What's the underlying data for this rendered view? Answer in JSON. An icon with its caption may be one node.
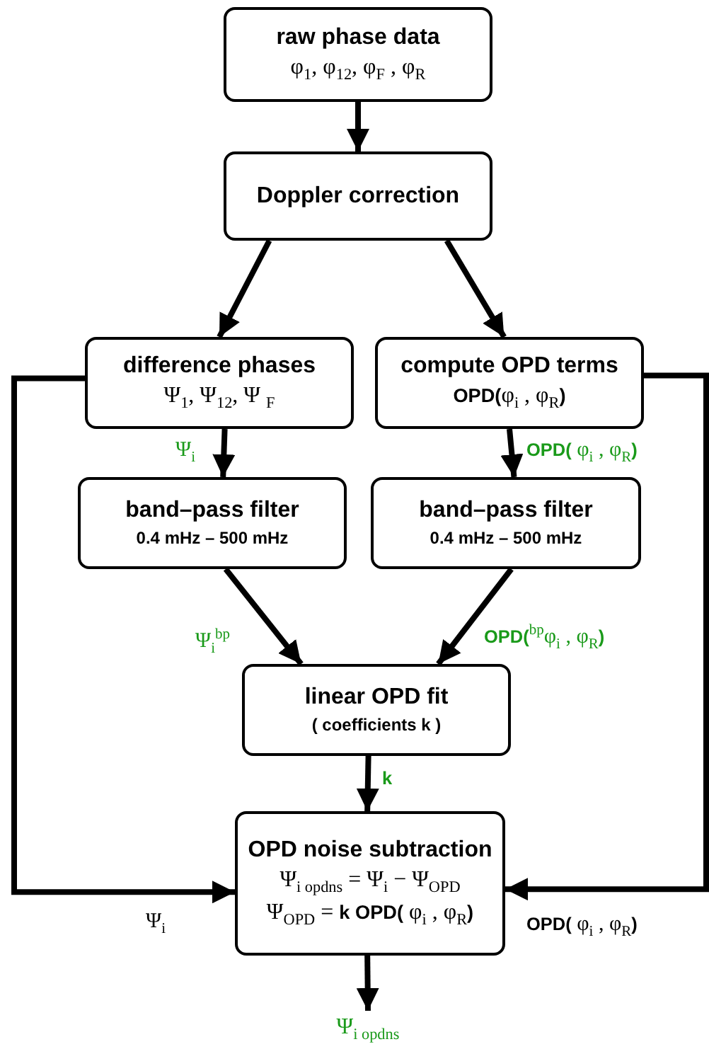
{
  "diagram": {
    "nodes": [
      {
        "text": [
          "raw phase data",
          "φ$_{1}$, φ$_{12}$, φ$_{F}$ , φ$_{R}$"
        ]
      },
      {
        "text": [
          "Doppler correction"
        ]
      },
      {
        "text": [
          "difference phases",
          "Ψ$_{1}$, Ψ$_{12}$, Ψ $_{F}$"
        ]
      },
      {
        "text": [
          "compute OPD terms",
          "**OPD(**φ$_{i}$ , φ$_{R}$**)**"
        ]
      },
      {
        "text": [
          "band–pass filter",
          "0.4 mHz – 500 mHz"
        ]
      },
      {
        "text": [
          "band–pass filter",
          "0.4 mHz – 500 mHz"
        ]
      },
      {
        "text": [
          "linear OPD fit",
          "( coefficients k )"
        ]
      },
      {
        "text": [
          "OPD noise subtraction",
          "Ψ$_{i opdns}$ = Ψ$_{i}$ − Ψ$_{OPD}$",
          "Ψ$_{OPD}$ = **k OPD(** φ$_{i}$ , φ$_{R}$**)**"
        ]
      },
      {
        "text": [
          "Ψ$_{i opdns}$"
        ]
      }
    ],
    "edges": [
      {
        "from": 0,
        "to": 1,
        "arrow": "to"
      },
      {
        "from": 1,
        "to": 2,
        "arrow": "to"
      },
      {
        "from": 1,
        "to": 3,
        "arrow": "to"
      },
      {
        "from": 2,
        "to": 4,
        "arrow": "to",
        "label": "Ψ$_{i}$"
      },
      {
        "from": 3,
        "to": 5,
        "arrow": "to",
        "label": "**OPD(** φ$_{i}$ , φ$_{R}$**)**"
      },
      {
        "from": 4,
        "to": 6,
        "arrow": "to",
        "label": "Ψ$_{i}$$^{bp}$"
      },
      {
        "from": 5,
        "to": 6,
        "arrow": "to",
        "label": "**OPD(**$^{bp}$φ$_{i}$ , φ$_{R}$**)**"
      },
      {
        "from": 6,
        "to": 7,
        "arrow": "to",
        "label": "**k**"
      },
      {
        "from": 2,
        "to": 7,
        "arrow": "to",
        "label": "Ψ$_{i}$"
      },
      {
        "from": 3,
        "to": 7,
        "arrow": "to",
        "label": "**OPD(** φ$_{i}$ , φ$_{R}$**)**"
      },
      {
        "from": 7,
        "to": 8,
        "arrow": "to"
      }
    ]
  }
}
